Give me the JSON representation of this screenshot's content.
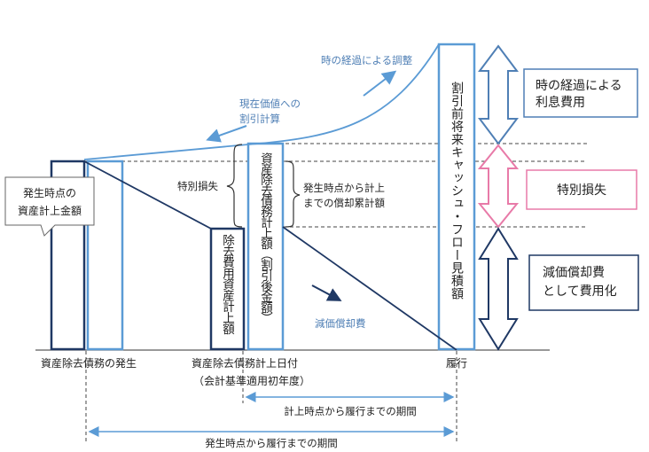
{
  "labels": {
    "time_adjustment": "時の経過による調整",
    "pv_discount_line1": "現在価値への",
    "pv_discount_line2": "割引計算",
    "special_loss_brace": "特別損失",
    "accum_depr_line1": "発生時点から計上",
    "accum_depr_line2": "までの償却累計額",
    "depreciation": "減価償却費",
    "initial_amount_line1": "発生時点の",
    "initial_amount_line2": "資産計上金額",
    "aro_recorded_vertical": "資産除去債務計上額（割引後金額）",
    "asset_cost_vertical": "除去費用資産計上額",
    "undiscounted_cf_vertical": "割引前将来キャッシュ・フロー見積額",
    "x_origin": "資産除去債務の発生",
    "x_recorded_date_line1": "資産除去債務計上日付",
    "x_recorded_date_line2": "（会計基準適用初年度）",
    "x_performance": "履行",
    "period_from_recording": "計上時点から履行までの期間",
    "period_from_origin": "発生時点から履行までの期間"
  },
  "legend": {
    "interest_cost": {
      "line1": "時の経過による",
      "line2": "利息費用"
    },
    "special_loss": "特別損失",
    "depreciation_expense": {
      "line1": "減価償却費",
      "line2": "として費用化"
    }
  },
  "colors": {
    "navy": "#1f3864",
    "mid_blue": "#4f7fb5",
    "light_blue": "#5b9bd5",
    "pink": "#e87aa8",
    "text": "#222222"
  }
}
